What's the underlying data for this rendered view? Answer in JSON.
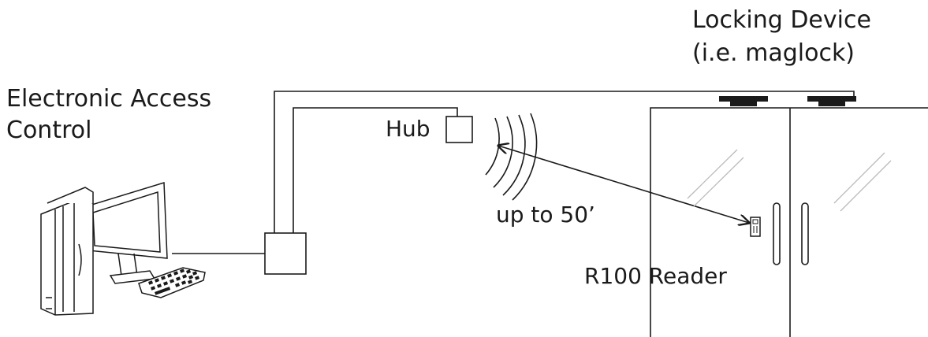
{
  "labels": {
    "access_control_line1": "Electronic Access",
    "access_control_line2": "Control",
    "hub": "Hub",
    "locking_line1": "Locking Device",
    "locking_line2": "(i.e. maglock)",
    "range": "up to 50’",
    "reader": "R100 Reader"
  },
  "icons": {
    "computer": "desktop-computer-icon",
    "keyboard": "keyboard-icon",
    "controller": "controller-box-icon",
    "hub": "hub-icon",
    "wireless": "wireless-signal-icon",
    "reader": "card-reader-icon",
    "maglock": "maglock-icon",
    "doors": "double-glass-door-icon"
  },
  "colors": {
    "line": "#1a1a1a",
    "glass_hatch": "#bbbbbb",
    "background": "#ffffff"
  }
}
